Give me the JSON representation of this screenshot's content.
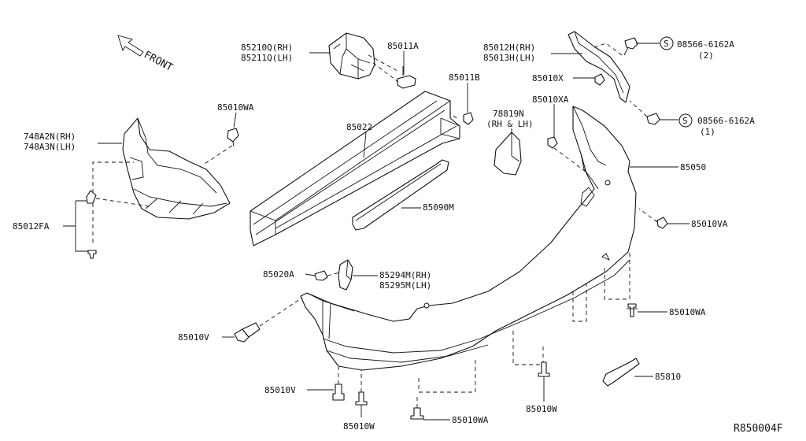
{
  "diagram": {
    "front_arrow": "FRONT",
    "ref_code": "R850004F",
    "labels": {
      "p85210Q": "85210Q(RH)",
      "p85211Q": "85211Q(LH)",
      "p85011A": "85011A",
      "p85011B": "85011B",
      "p85012H": "85012H(RH)",
      "p85013H": "85013H(LH)",
      "p85010X": "85010X",
      "p85010XA": "85010XA",
      "p08566_2": "08566-6162A",
      "p08566_2q": "(2)",
      "p08566_1": "08566-6162A",
      "p08566_1q": "(1)",
      "screw_symbol": "S",
      "p85010WA_top": "85010WA",
      "p748A2N": "748A2N(RH)",
      "p748A3N": "748A3N(LH)",
      "p85022": "85022",
      "p78819N": "78819N",
      "p78819N_q": "(RH & LH)",
      "p85050": "85050",
      "p85090M": "85090M",
      "p85012FA": "85012FA",
      "p85010VA": "85010VA",
      "p85020A": "85020A",
      "p85294M": "85294M(RH)",
      "p85295M": "85295M(LH)",
      "p85010V_left": "85010V",
      "p85010WA_right": "85010WA",
      "p85810": "85810",
      "p85010V_bottom": "85010V",
      "p85010W_bottom": "85010W",
      "p85010WA_bottom": "85010WA",
      "p85010W_right": "85010W"
    }
  }
}
